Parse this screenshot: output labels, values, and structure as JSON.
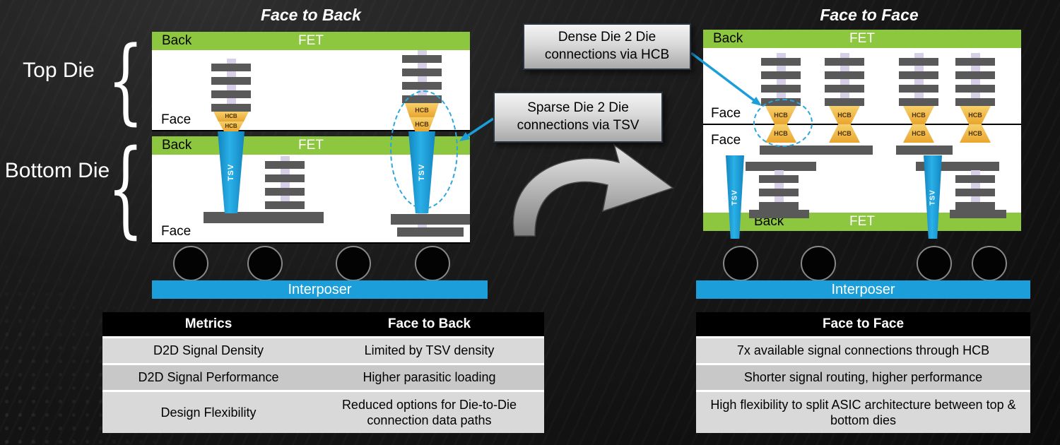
{
  "labels": {
    "back": "Back",
    "fet": "FET",
    "face": "Face",
    "hcb": "HCB",
    "tsv": "TSV",
    "interposer": "Interposer"
  },
  "left_diagram": {
    "title": "Face to Back",
    "top_die_label": "Top Die",
    "bottom_die_label": "Bottom Die"
  },
  "right_diagram": {
    "title": "Face to Face"
  },
  "callouts": {
    "dense": "Dense Die 2 Die connections via HCB",
    "sparse": "Sparse Die 2 Die connections via TSV"
  },
  "comparison_tables": {
    "left": {
      "headers": [
        "Metrics",
        "Face to Back"
      ],
      "rows": [
        [
          "D2D Signal Density",
          "Limited by TSV density"
        ],
        [
          "D2D Signal Performance",
          "Higher parasitic loading"
        ],
        [
          "Design Flexibility",
          "Reduced options for Die-to-Die connection data paths"
        ]
      ]
    },
    "right": {
      "header": "Face to Face",
      "rows": [
        "7x available signal connections through HCB",
        "Shorter signal routing, higher performance",
        "High flexibility to split ASIC architecture between top & bottom dies"
      ]
    }
  },
  "colors": {
    "die_back_green": "#8dc63f",
    "interposer_blue": "#1b9ed9",
    "hcb_gold": "#f3c04a",
    "metal_gray": "#595959",
    "via_lavender": "#d7cfe8"
  }
}
